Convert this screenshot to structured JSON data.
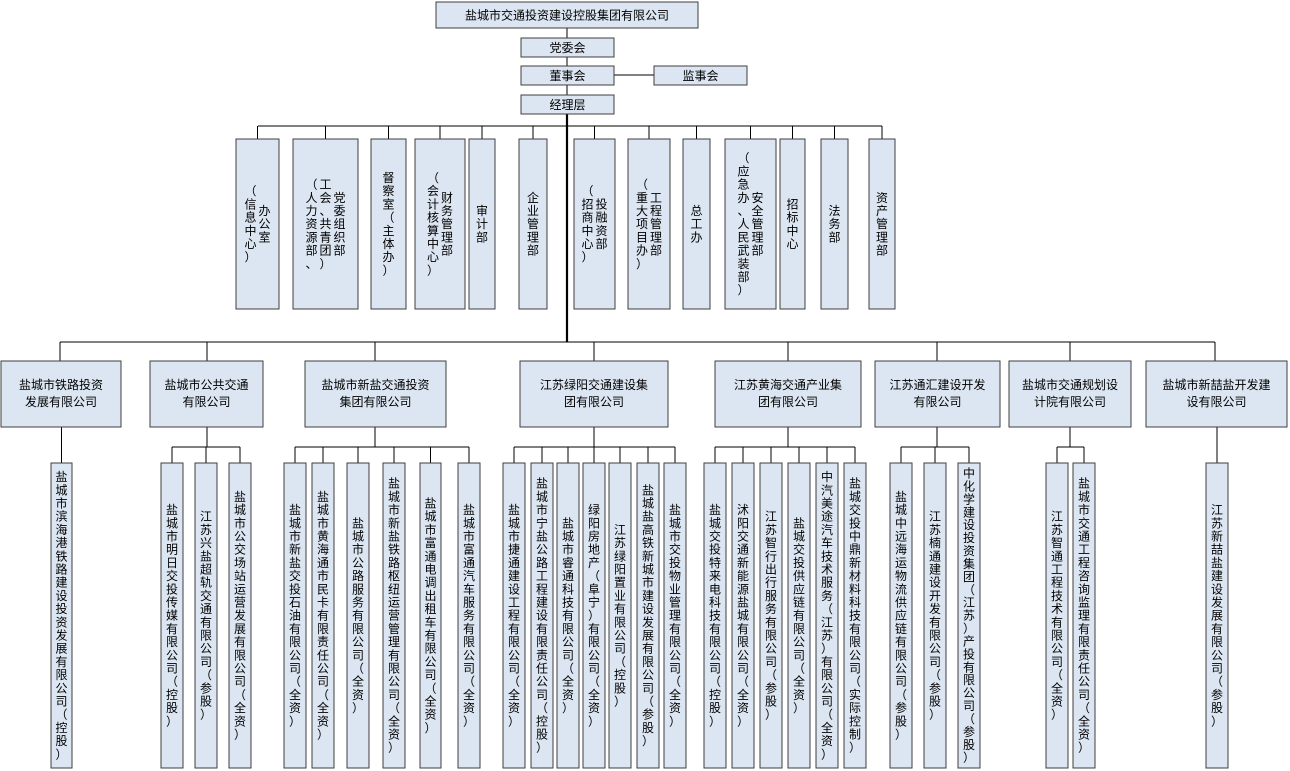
{
  "top": {
    "company": "盐城市交通投资建设控股集团有限公司",
    "party_committee": "党委会",
    "board": "董事会",
    "supervisors": "监事会",
    "management": "经理层"
  },
  "departments": [
    [
      "办公室",
      "（信息中心）"
    ],
    [
      "党委组织部",
      "工会、共青团）",
      "（人力资源部、"
    ],
    [
      "督察室（主体办）"
    ],
    [
      "财务管理部",
      "（会计核算中心）"
    ],
    [
      "审计部"
    ],
    [
      "企业管理部"
    ],
    [
      "投融资部",
      "（招商中心）"
    ],
    [
      "工程管理部",
      "（重大项目办）"
    ],
    [
      "总工办"
    ],
    [
      "安全管理部",
      "（应急办、人民武装部）"
    ],
    [
      "招标中心"
    ],
    [
      "法务部"
    ],
    [
      "资产管理部"
    ]
  ],
  "groups": [
    {
      "name": [
        "盐城市铁路投资",
        "发展有限公司"
      ],
      "subs": [
        "盐城市滨海港铁路建设投资发展有限公司（控股）"
      ]
    },
    {
      "name": [
        "盐城市公共交通",
        "有限公司"
      ],
      "subs": [
        "盐城市明日交投传媒有限公司（控股）",
        "江苏兴盐超轨交通有限公司（参股）",
        "盐城市公交场站运营发展有限公司（全资）"
      ]
    },
    {
      "name": [
        "盐城市新盐交通投资",
        "集团有限公司"
      ],
      "subs": [
        "盐城市新盐交投石油有限公司（全资）",
        "盐城市黄海通市民卡有限责任公司（全资）",
        "盐城市公路服务有限公司（全资）",
        "盐城市新盐铁路枢纽运营管理有限公司（全资）",
        "盐城市富通电调出租车有限公司（全资）",
        "盐城市富通汽车服务有限公司（全资）"
      ]
    },
    {
      "name": [
        "江苏绿阳交通建设集",
        "团有限公司"
      ],
      "subs": [
        "盐城市捷通建设工程有限公司（全资）",
        "盐城市宁盐公路工程建设有限责任公司（控股）",
        "盐城市睿通科技有限公司（全资）",
        "绿阳房地产（阜宁）有限公司（全资）",
        "江苏绿阳置业有限公司（控股）",
        "盐城盐高铁新城市建设发展有限公司（参股）",
        "盐城市交投物业管理有限公司（全资）"
      ]
    },
    {
      "name": [
        "江苏黄海交通产业集",
        "团有限公司"
      ],
      "subs": [
        "盐城交投特来电科技有限公司（控股）",
        "沭阳交通新能源盐城有限公司（全资）",
        "江苏智行出行服务有限公司（参股）",
        "盐城交投供应链有限公司（全资）",
        "中汽美途汽车技术服务（江苏）有限公司（全资）",
        "盐城交投中鼎新材料科技有限公司（实际控制）"
      ]
    },
    {
      "name": [
        "江苏通汇建设开发",
        "有限公司"
      ],
      "subs": [
        "盐城中远海运物流供应链有限公司（参股）",
        "江苏楠通建设开发有限公司（参股）",
        "中化学建设投资集团（江苏）产投有限公司（参股）"
      ]
    },
    {
      "name": [
        "盐城市交通规划设",
        "计院有限公司"
      ],
      "subs": [
        "江苏智通工程技术有限公司（全资）",
        "盐城市交通工程咨询监理有限责任公司（全资）"
      ]
    },
    {
      "name": [
        "盐城市新喆盐开发建",
        "设有限公司"
      ],
      "subs": [
        "江苏新喆盐建设发展有限公司（参股）"
      ]
    }
  ]
}
